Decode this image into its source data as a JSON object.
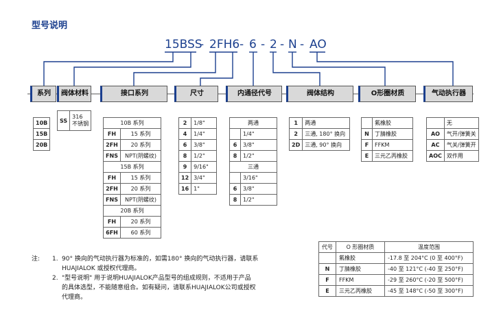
{
  "title": "型号说明",
  "code": {
    "parts": [
      "15BSS",
      "2FH6",
      "6",
      "2",
      "N",
      "AO"
    ],
    "sep": "-"
  },
  "headers": [
    "系列",
    "阀体材料",
    "接口系列",
    "尺寸",
    "内通径代号",
    "阀体结构",
    "O形圈材质",
    "气动执行器"
  ],
  "series": [
    "10B",
    "15B",
    "20B"
  ],
  "body_material": {
    "code": "SS",
    "line1": "316",
    "line2": "不锈钢"
  },
  "connections": [
    {
      "type": "sub",
      "label": "10B 系列"
    },
    {
      "type": "row",
      "code": "FH",
      "value": "15 系列"
    },
    {
      "type": "row",
      "code": "2FH",
      "value": "20 系列"
    },
    {
      "type": "row",
      "code": "FNS",
      "value": "NPT(阴螺纹)"
    },
    {
      "type": "sub",
      "label": "15B 系列"
    },
    {
      "type": "row",
      "code": "FH",
      "value": "15 系列"
    },
    {
      "type": "row",
      "code": "2FH",
      "value": "20 系列"
    },
    {
      "type": "row",
      "code": "FNS",
      "value": "NPT(阴螺纹)"
    },
    {
      "type": "sub",
      "label": "20B 系列"
    },
    {
      "type": "row",
      "code": "FH",
      "value": "20 系列"
    },
    {
      "type": "row",
      "code": "6FH",
      "value": "60 系列"
    }
  ],
  "sizes": [
    {
      "code": "2",
      "value": "1/8\""
    },
    {
      "code": "4",
      "value": "1/4\""
    },
    {
      "code": "6",
      "value": "3/8\""
    },
    {
      "code": "8",
      "value": "1/2\""
    },
    {
      "code": "9",
      "value": "9/16\""
    },
    {
      "code": "12",
      "value": "3/4\""
    },
    {
      "code": "16",
      "value": "1\""
    }
  ],
  "bore": [
    {
      "type": "sub",
      "label": "两通"
    },
    {
      "type": "row",
      "code": "",
      "value": "1/4\""
    },
    {
      "type": "row",
      "code": "6",
      "value": "3/8\""
    },
    {
      "type": "row",
      "code": "8",
      "value": "1/2\""
    },
    {
      "type": "sub",
      "label": "三通"
    },
    {
      "type": "row",
      "code": "",
      "value": "3/16\""
    },
    {
      "type": "row",
      "code": "6",
      "value": "3/8\""
    },
    {
      "type": "row",
      "code": "8",
      "value": "1/2\""
    }
  ],
  "structure": [
    {
      "code": "1",
      "value": "两通"
    },
    {
      "code": "2",
      "value": "三通, 180° 换向"
    },
    {
      "code": "2D",
      "value": "三通, 90° 换向"
    }
  ],
  "oring": [
    {
      "code": "",
      "value": "氟橡胶"
    },
    {
      "code": "N",
      "value": "丁腈橡胶"
    },
    {
      "code": "F",
      "value": "FFKM"
    },
    {
      "code": "E",
      "value": "三元乙丙橡胶"
    }
  ],
  "actuator": [
    {
      "code": "",
      "value": "无"
    },
    {
      "code": "AO",
      "value": "气开/弹簧关"
    },
    {
      "code": "AC",
      "value": "气关/弹簧开"
    },
    {
      "code": "AOC",
      "value": "双作用"
    }
  ],
  "notes": {
    "lead": "注:",
    "items": [
      {
        "num": "1.",
        "lines": [
          "90° 换向的气动执行器为标准的，如需180° 换向的气动执行器，请联系",
          "HUAJIALOK 或授权代理商。"
        ]
      },
      {
        "num": "2.",
        "lines": [
          "\"型号说明\" 用于说明HUAJIALOK产品型号的组成规则，不适用于产品",
          "的具体选型，不能随意组合。如有疑问，请联系HUAJIALOK公司或授权",
          "代理商。"
        ]
      }
    ]
  },
  "temp_table": {
    "headers": [
      "代号",
      "O 形圈材质",
      "温度范围"
    ],
    "rows": [
      {
        "code": "",
        "material": "氟橡胶",
        "range": "-17.8 至 204°C (0 至 400°F)"
      },
      {
        "code": "N",
        "material": "丁腈橡胶",
        "range": "-40 至 121°C (-40 至 250°F)"
      },
      {
        "code": "F",
        "material": "FFKM",
        "range": "-29 至 260°C (-20 至 500°F)"
      },
      {
        "code": "E",
        "material": "三元乙丙橡胶",
        "range": "-45 至 148°C (-50 至 300°F)"
      }
    ]
  },
  "colors": {
    "accent": "#1b3f8e",
    "header_bg": "#d9d9d9"
  }
}
